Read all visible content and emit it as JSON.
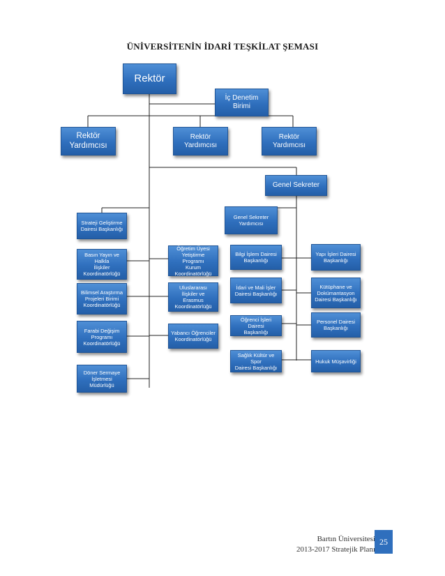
{
  "title": "ÜNİVERSİTENİN İDARİ TEŞKİLAT ŞEMASI",
  "nodes": {
    "rektor": "Rektör",
    "ic_denetim": "İç Denetim\nBirimi",
    "rektor_yrd_1": "Rektör\nYardımcısı",
    "rektor_yrd_2": "Rektör\nYardımcısı",
    "rektor_yrd_3": "Rektör\nYardımcısı",
    "genel_sekreter": "Genel Sekreter",
    "strateji": "Strateji Geliştirme\nDairesi Başkanlığı",
    "basin": "Basın Yayın ve Halkla\nİlişkiler\nKoordinatörlüğü",
    "bilimsel": "Bilimsel Araştırma\nProjeleri Birimi\nKoordinatörlüğü",
    "farabi": "Farabi Değişim\nProgramı\nKoordinatörlüğü",
    "doner": "Döner Sermaye\nİşletmesi Müdürlüğü",
    "ogretim": "Öğretim Üyesi\nYetiştirme Programı\nKurum\nKoordinatörlüğü",
    "uluslararasi": "Uluslararası İlişkiler ve\nErasmus\nKoordinatörlüğü",
    "yabanci": "Yabancı Öğrenciler\nKoordinatörlüğü",
    "gs_yrd": "Genel Sekreter\nYardımcısı",
    "bilgi_islem": "Bilgi İşlem Dairesi\nBaşkanlığı",
    "idari_mali": "İdari ve Mali İşler\nDairesi Başkanlığı",
    "ogrenci": "Öğrenci İşleri Dairesi\nBaşkanlığı",
    "saglik": "Sağlık Kültür ve Spor\nDairesi Başkanlığı",
    "yapi": "Yapı İşleri Dairesi\nBaşkanlığı",
    "kutuphane": "Kütüphane ve\nDokümantasyon\nDairesi Başkanlığı",
    "personel": "Personel Dairesi\nBaşkanlığı",
    "hukuk": "Hukuk Müşavirliği"
  },
  "footer": {
    "line1": "Bartın Üniversitesi",
    "line2": "2013-2017 Stratejik Planı",
    "page": "25"
  },
  "colors": {
    "box": "#2f6fbd",
    "connector": "#1f1f1f"
  }
}
